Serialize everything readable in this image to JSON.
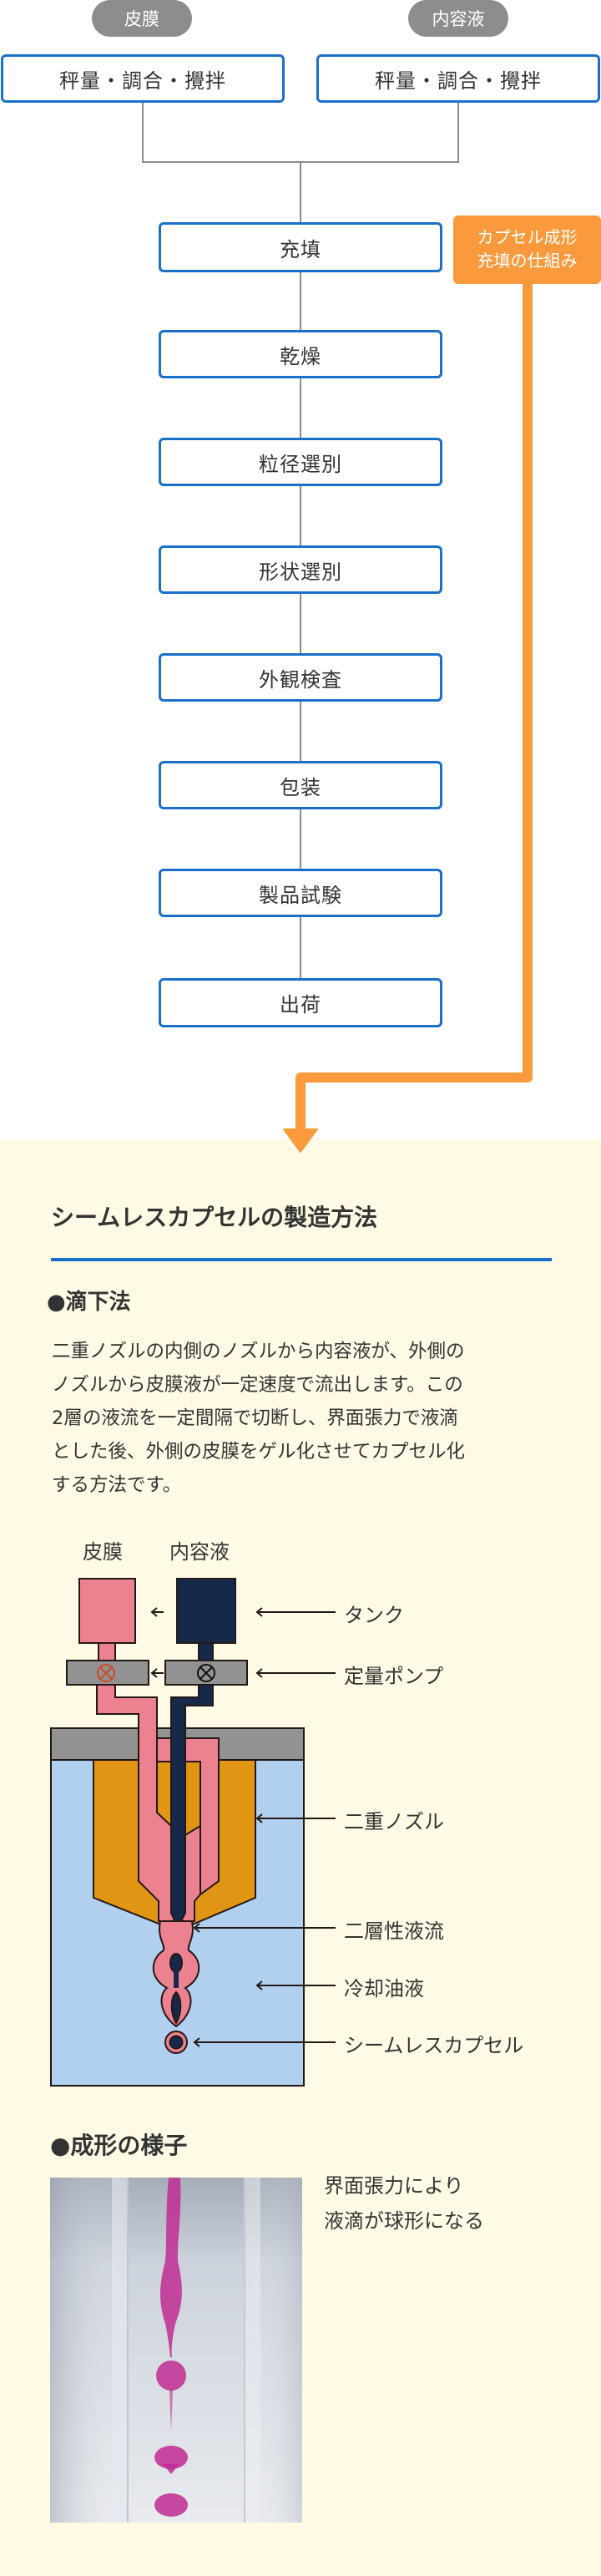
{
  "flow": {
    "inputs": [
      {
        "label": "皮膜",
        "step": "秤量・調合・攪拌"
      },
      {
        "label": "内容液",
        "step": "秤量・調合・攪拌"
      }
    ],
    "steps": [
      "充填",
      "乾燥",
      "粒径選別",
      "形状選別",
      "外観検査",
      "包装",
      "製品試験",
      "出荷"
    ],
    "callout": {
      "line1": "カプセル成形",
      "line2": "充填の仕組み"
    }
  },
  "method": {
    "title": "シームレスカプセルの製造方法",
    "subtitle": "●滴下法",
    "description_lines": [
      "二重ノズルの内側のノズルから内容液が、外側の",
      "ノズルから皮膜液が一定速度で流出します。この",
      "2層の液流を一定間隔で切断し、界面張力で液滴",
      "とした後、外側の皮膜をゲル化させてカプセル化",
      "する方法です。"
    ],
    "diagram": {
      "top_labels": {
        "shell": "皮膜",
        "content": "内容液"
      },
      "callouts": [
        "タンク",
        "定量ポンプ",
        "二重ノズル",
        "二層性液流",
        "冷却油液",
        "シームレスカプセル"
      ]
    }
  },
  "forming": {
    "title": "●成形の様子",
    "caption_line1": "界面張力により",
    "caption_line2": "液滴が球形になる"
  },
  "colors": {
    "step_border": "#1a6fc9",
    "callout_orange": "#fa9a3c",
    "cream_bg": "#fefae6",
    "shell_pink": "#ec8290",
    "content_navy": "#17294a",
    "nozzle_orange": "#e09515",
    "oil_blue": "#b1cfee",
    "pump_gray": "#929292"
  }
}
